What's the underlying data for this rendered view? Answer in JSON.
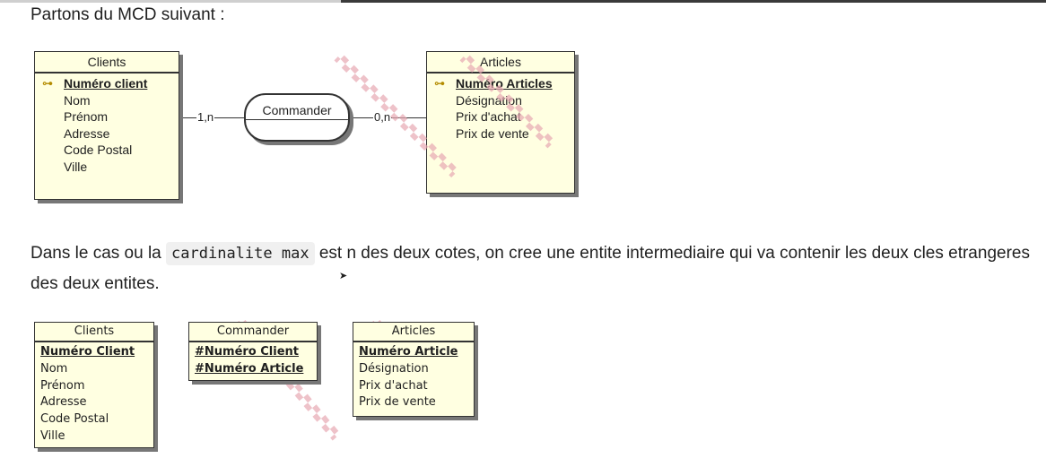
{
  "intro": "Partons du MCD suivant :",
  "mcd": {
    "clients": {
      "title": "Clients",
      "key": "Numéro client",
      "attributes": [
        "Nom",
        "Prénom",
        "Adresse",
        "Code Postal",
        "Ville"
      ]
    },
    "association": {
      "title": "Commander",
      "card_left": "1,n",
      "card_right": "0,n"
    },
    "articles": {
      "title": "Articles",
      "key": "Numéro Articles",
      "attributes": [
        "Désignation",
        "Prix d'achat",
        "Prix de vente"
      ]
    }
  },
  "paragraph": {
    "before": "Dans le cas ou la ",
    "code": "cardinalite max",
    "after": " est n des deux cotes, on cree une entite intermediaire qui va contenir les deux cles etrangeres des deux entites."
  },
  "mld": {
    "clients": {
      "title": "Clients",
      "key": "Numéro Client",
      "attributes": [
        "Nom",
        "Prénom",
        "Adresse",
        "Code Postal",
        "Ville"
      ]
    },
    "commander": {
      "title": "Commander",
      "keys": [
        "#Numéro Client",
        "#Numéro Article"
      ]
    },
    "articles": {
      "title": "Articles",
      "key": "Numéro Article",
      "attributes": [
        "Désignation",
        "Prix d'achat",
        "Prix de vente"
      ]
    }
  },
  "icons": {
    "key": "key-icon",
    "cursor": "mouse-pointer-icon"
  }
}
